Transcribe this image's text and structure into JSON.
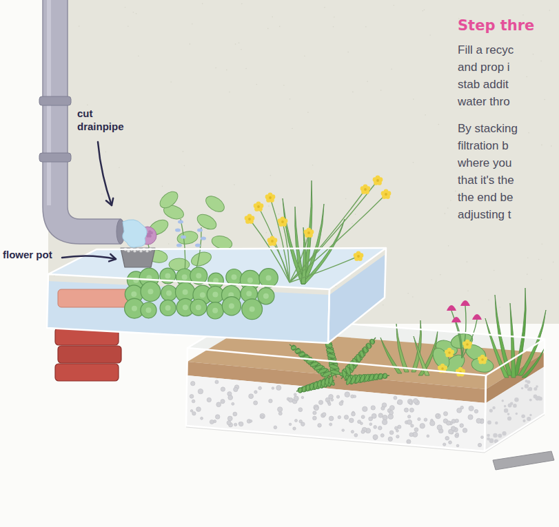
{
  "diagram": {
    "title": "Step thre",
    "labels": [
      "Fill a recyc",
      "and prop i",
      "stab addit",
      "water thro",
      "By stacking",
      "filtration b",
      "where you",
      "that it's the",
      "the end be",
      "adjusting t",
      "cut drainpipe",
      "flower pot"
    ]
  }
}
